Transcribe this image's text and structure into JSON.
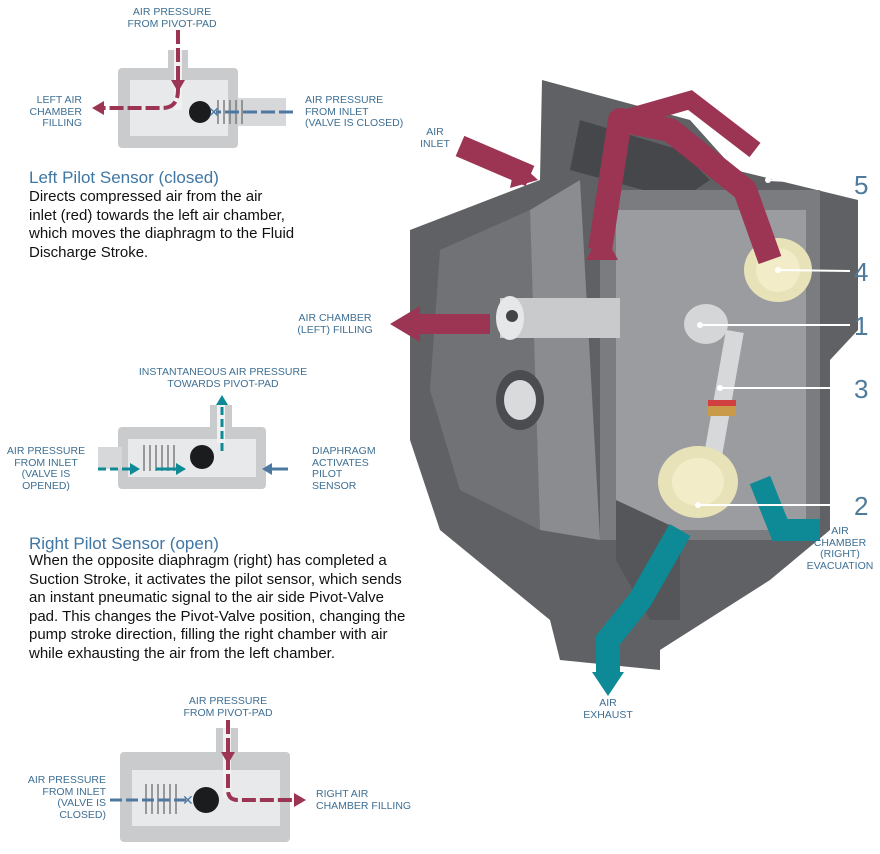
{
  "sensor_left": {
    "label_top": [
      "AIR PRESSURE",
      "FROM PIVOT-PAD"
    ],
    "label_left": [
      "LEFT AIR",
      "CHAMBER",
      "FILLING"
    ],
    "label_right": [
      "AIR PRESSURE",
      "FROM INLET",
      "(VALVE IS CLOSED)"
    ],
    "title": "Left Pilot Sensor (closed)",
    "description": [
      "Directs compressed air from the air",
      "inlet (red) towards the left air chamber,",
      "which moves the diaphragm to the Fluid",
      "Discharge Stroke."
    ]
  },
  "sensor_right": {
    "label_top": [
      "INSTANTANEOUS AIR PRESSURE",
      "TOWARDS PIVOT-PAD"
    ],
    "label_left": [
      "AIR PRESSURE",
      "FROM INLET",
      "(VALVE IS",
      "OPENED)"
    ],
    "label_right": [
      "DIAPHRAGM",
      "ACTIVATES",
      "PILOT",
      "SENSOR"
    ],
    "title": "Right Pilot Sensor (open)",
    "description": [
      "When the opposite diaphragm (right) has completed a",
      "Suction Stroke, it activates the pilot sensor, which sends",
      "an instant pneumatic signal to the air side Pivot-Valve",
      "pad. This changes the Pivot-Valve position, changing the",
      "pump stroke direction, filling the right chamber with air",
      "while exhausting the air from the left chamber."
    ]
  },
  "sensor_bottom": {
    "label_top": [
      "AIR PRESSURE",
      "FROM PIVOT-PAD"
    ],
    "label_left": [
      "AIR PRESSURE",
      "FROM INLET",
      "(VALVE IS",
      "CLOSED)"
    ],
    "label_right": [
      "RIGHT AIR",
      "CHAMBER FILLING"
    ]
  },
  "pump": {
    "air_inlet": [
      "AIR",
      "INLET"
    ],
    "air_chamber_left": [
      "AIR CHAMBER",
      "(LEFT) FILLING"
    ],
    "air_chamber_right": [
      "AIR",
      "CHAMBER",
      "(RIGHT)",
      "EVACUATION"
    ],
    "air_exhaust": [
      "AIR",
      "EXHAUST"
    ],
    "callouts": [
      "5",
      "4",
      "1",
      "3",
      "2"
    ]
  },
  "colors": {
    "pressure": "#9c3553",
    "exhaust": "#0d8a96",
    "label": "#3e6f93",
    "body": "#6b6d70"
  }
}
